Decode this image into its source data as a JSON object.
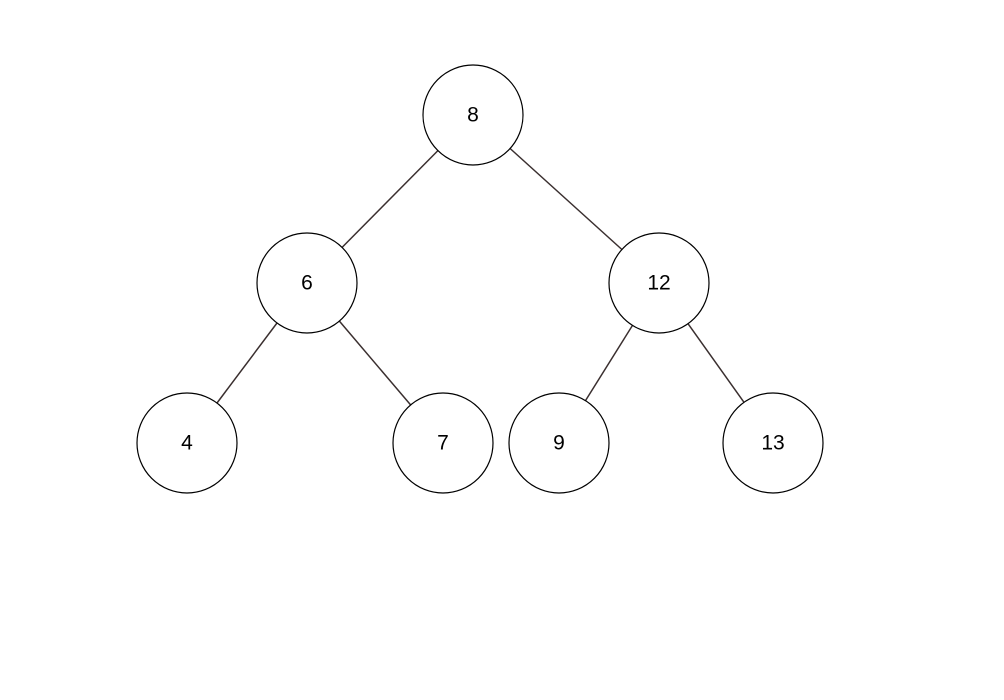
{
  "tree": {
    "type": "binary-search-tree",
    "nodes": [
      {
        "id": "n8",
        "label": "8"
      },
      {
        "id": "n6",
        "label": "6"
      },
      {
        "id": "n12",
        "label": "12"
      },
      {
        "id": "n4",
        "label": "4"
      },
      {
        "id": "n7",
        "label": "7"
      },
      {
        "id": "n9",
        "label": "9"
      },
      {
        "id": "n13",
        "label": "13"
      }
    ],
    "edges": [
      {
        "from": "n8",
        "to": "n6"
      },
      {
        "from": "n8",
        "to": "n12"
      },
      {
        "from": "n6",
        "to": "n4"
      },
      {
        "from": "n6",
        "to": "n7"
      },
      {
        "from": "n12",
        "to": "n9"
      },
      {
        "from": "n12",
        "to": "n13"
      }
    ],
    "colors": {
      "edge": "#3a2f2f",
      "node_stroke": "#000000",
      "node_fill": "#ffffff"
    }
  }
}
